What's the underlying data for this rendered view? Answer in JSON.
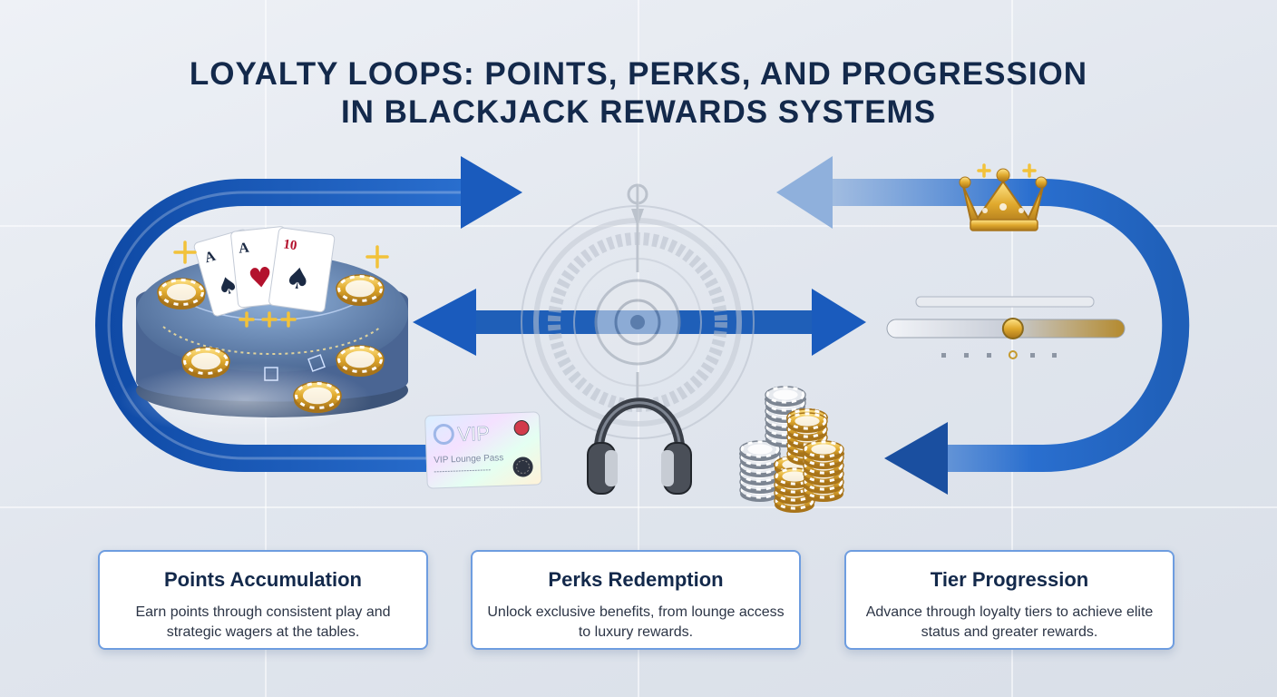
{
  "title": {
    "line1": "LOYALTY LOOPS: POINTS, PERKS, AND PROGRESSION",
    "line2": "IN BLACKJACK REWARDS SYSTEMS"
  },
  "cards": [
    {
      "title": "Points Accumulation",
      "body": "Earn points through consistent play and strategic wagers at the tables."
    },
    {
      "title": "Perks Redemption",
      "body": "Unlock exclusive benefits, from lounge access to luxury rewards."
    },
    {
      "title": "Tier Progression",
      "body": "Advance through loyalty tiers to achieve elite status and greater rewards."
    }
  ],
  "illustrations": {
    "vip_pass": {
      "heading": "VIP",
      "subheading": "VIP Lounge Pass"
    },
    "playing_cards": [
      "A",
      "A",
      "10"
    ],
    "icons": [
      "blackjack-table-icon",
      "playing-cards-icon",
      "casino-chip-icon",
      "roulette-wheel-icon",
      "crown-icon",
      "progress-slider-icon",
      "vip-pass-icon",
      "headphones-icon",
      "chip-stack-icon",
      "sparkle-icon"
    ]
  },
  "progress": {
    "level": 0.53
  },
  "colors": {
    "title": "#13294b",
    "arrow_blue": "#1f5fb8",
    "gold": "#d8a93a",
    "card_border": "#6e9de0"
  }
}
